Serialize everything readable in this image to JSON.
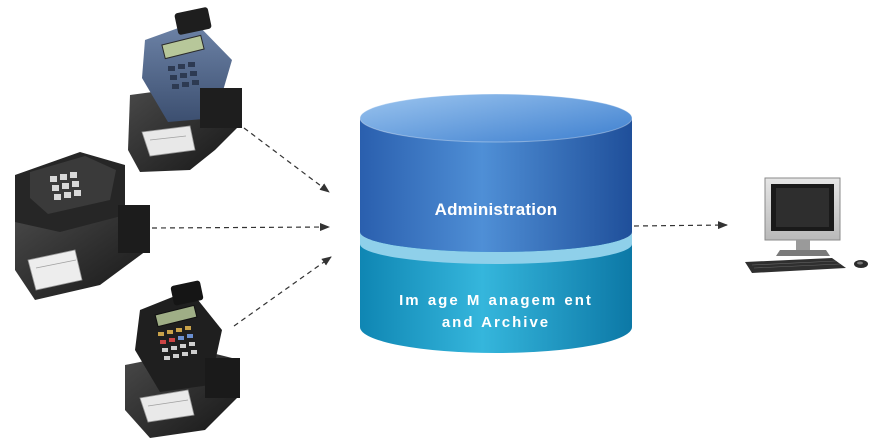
{
  "database": {
    "top_label": "Administration",
    "bottom_label_line1": "Im age M anagem ent",
    "bottom_label_line2": "and Archive"
  },
  "icons": {
    "terminal_1": "card-payment-terminal-with-check-reader-icon",
    "terminal_2": "check-scanner-keypad-terminal-icon",
    "terminal_3": "card-payment-terminal-with-check-reader-icon",
    "workstation": "desktop-computer-icon"
  },
  "colors": {
    "cylinder_top": "#3b78c8",
    "cylinder_bottom": "#1a9cc4",
    "divider": "#8fd0ea",
    "arrow": "#333333",
    "device_body": "#2b2b2b"
  }
}
